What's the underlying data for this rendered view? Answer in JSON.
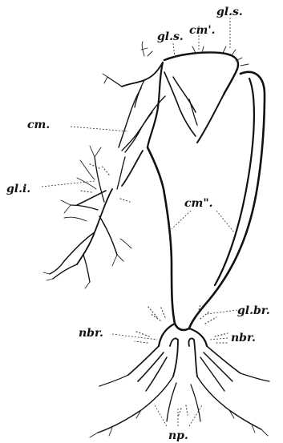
{
  "figure": {
    "labels": {
      "cm_left": "cm.",
      "gl_s_left": "gl.s.",
      "cm_prime_top": "cm'.",
      "gl_s_right": "gl.s.",
      "gl_i": "gl.i.",
      "cm_double": "cm\".",
      "gl_br": "gl.br.",
      "nbr_left": "nbr.",
      "nbr_right": "nbr.",
      "np": "np."
    }
  }
}
